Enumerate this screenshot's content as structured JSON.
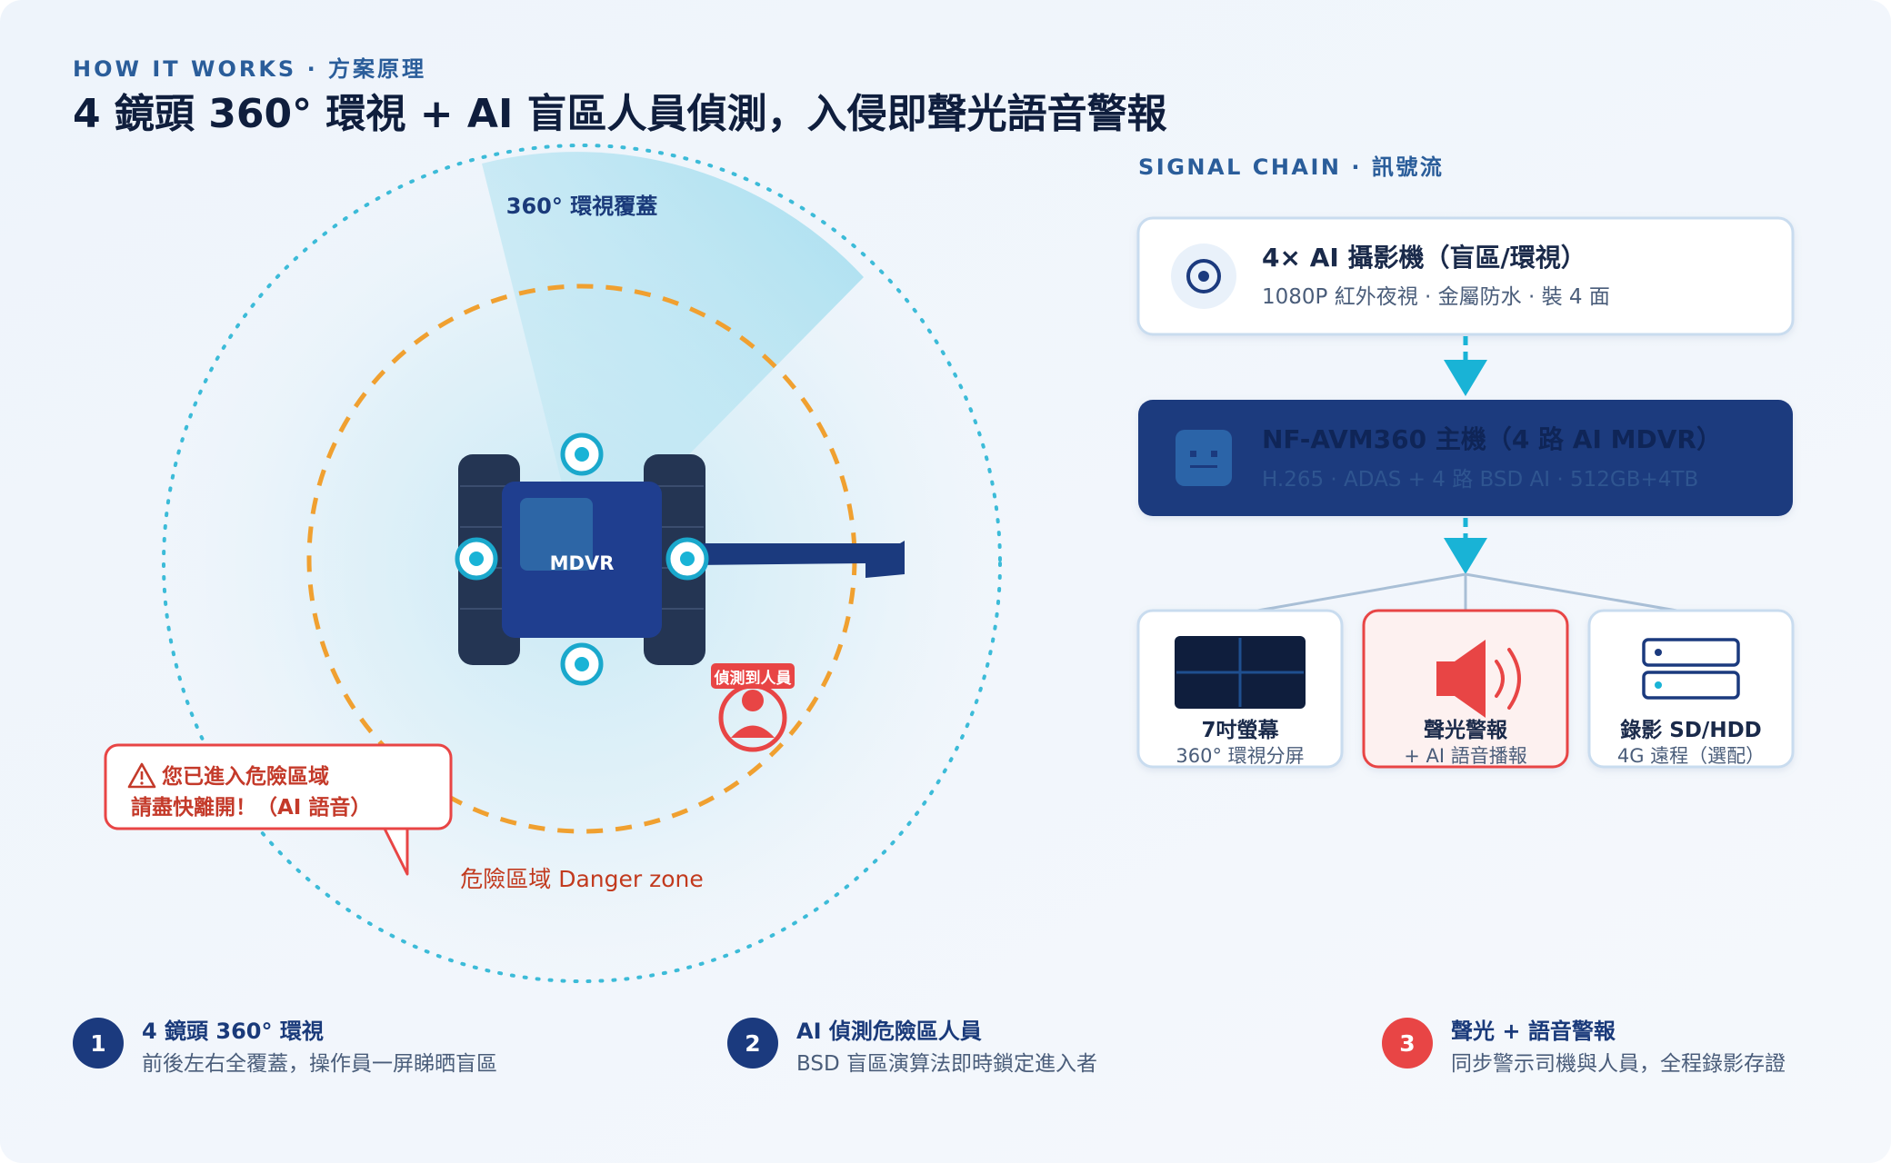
{
  "header": {
    "kicker": "HOW IT WORKS · 方案原理",
    "title": "4 鏡頭 360° 環視 + AI 盲區人員偵測，入侵即聲光語音警報"
  },
  "diagram": {
    "coverage_label": "360° 環視覆蓋",
    "vehicle_label": "MDVR",
    "detect_tag": "偵測到人員",
    "alert_line1": "您已進入危險區域",
    "alert_line2": "請盡快離開！（AI 語音）",
    "danger_label": "危險區域 Danger zone"
  },
  "signal_chain": {
    "heading": "SIGNAL CHAIN · 訊號流",
    "camera": {
      "title": "4× AI 攝影機（盲區/環視）",
      "sub": "1080P 紅外夜視 · 金屬防水 · 裝 4 面"
    },
    "host": {
      "title": "NF-AVM360 主機（4 路 AI MDVR）",
      "sub": "H.265 · ADAS + 4 路 BSD AI · 512GB+4TB"
    },
    "outputs": [
      {
        "title": "7吋螢幕",
        "sub": "360° 環視分屏"
      },
      {
        "title": "聲光警報",
        "sub": "+ AI 語音播報"
      },
      {
        "title": "錄影 SD/HDD",
        "sub": "4G 遠程（選配）"
      }
    ]
  },
  "steps": [
    {
      "num": "1",
      "title": "4 鏡頭 360° 環視",
      "desc": "前後左右全覆蓋，操作員一屏睇晒盲區"
    },
    {
      "num": "2",
      "title": "AI 偵測危險區人員",
      "desc": "BSD 盲區演算法即時鎖定進入者"
    },
    {
      "num": "3",
      "title": "聲光 + 語音警報",
      "desc": "同步警示司機與人員，全程錄影存證"
    }
  ],
  "colors": {
    "navy": "#1a3a7a",
    "dark_navy": "#1b3a7e",
    "cyan": "#19b3d6",
    "orange": "#f0a030",
    "red": "#e84545",
    "kicker_blue": "#2a5d9a"
  }
}
